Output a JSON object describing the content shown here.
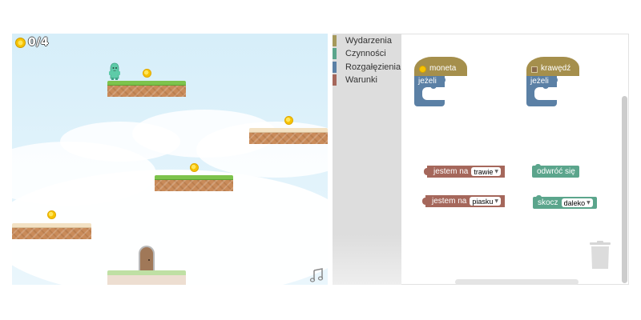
{
  "game": {
    "coin_counter": "0/4",
    "colors": {
      "grass": "#7dc34c",
      "sand": "#f3e2c4",
      "dirt": "#c98b5a",
      "player": "#5ecba8",
      "coin": "#f7c300"
    },
    "icons": {
      "coin": "coin-icon",
      "music": "music-note-icon",
      "player": "player-character",
      "door": "exit-door"
    }
  },
  "toolbox": {
    "categories": [
      {
        "label": "Wydarzenia",
        "color": "#a5995b"
      },
      {
        "label": "Czynności",
        "color": "#5ba58c"
      },
      {
        "label": "Rozgałęzienia",
        "color": "#5b80a5"
      },
      {
        "label": "Warunki",
        "color": "#a5675b"
      }
    ]
  },
  "workspace": {
    "event_coin": {
      "label": "moneta",
      "if_label": "jeżeli"
    },
    "event_edge": {
      "label": "krawędź",
      "if_label": "jeżeli"
    },
    "cond_grass": {
      "label": "jestem na",
      "value": "trawie"
    },
    "cond_sand": {
      "label": "jestem na",
      "value": "piasku"
    },
    "act_turn": {
      "label": "odwróć się"
    },
    "act_jump": {
      "label": "skocz",
      "value": "daleko"
    },
    "colors": {
      "event": "#a58f4c",
      "branch": "#5b80a5",
      "condition": "#a5675b",
      "action": "#5ba58c"
    }
  }
}
